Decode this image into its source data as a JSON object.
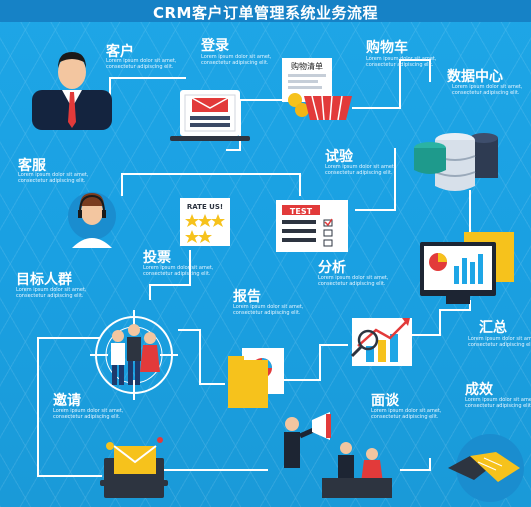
{
  "title": "CRM客户订单管理系统业务流程",
  "desc_lines": [
    "Lorem ipsum dolor sit amet,",
    "consectetur adipiscing elit."
  ],
  "nodes": {
    "customer": "客户",
    "login": "登录",
    "cart": "购物车",
    "data_center": "数据中心",
    "service": "客服",
    "trial": "试验",
    "vote": "投票",
    "target": "目标人群",
    "report": "报告",
    "analysis": "分析",
    "summary": "汇总",
    "invite": "邀请",
    "interview": "面谈",
    "result": "成效"
  },
  "cart_label": "购物清单",
  "rate_label": "RATE US!",
  "test_label": "TEST",
  "colors": {
    "bg": "#1ea6e6",
    "line": "#ffffff",
    "title_bar": "#1682c6",
    "accent_red": "#e23a3a",
    "accent_yellow": "#f6c21c"
  }
}
